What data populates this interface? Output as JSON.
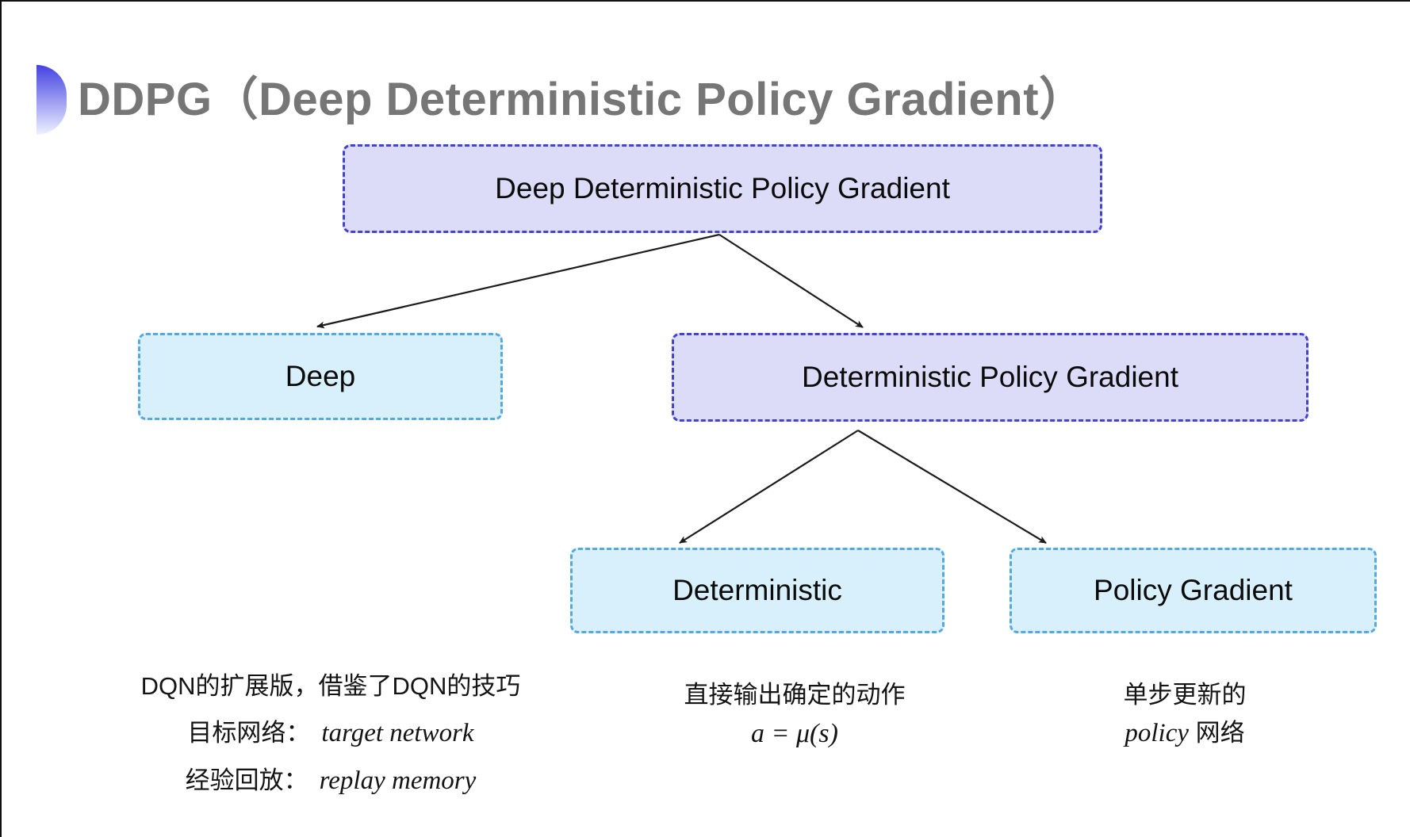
{
  "header": {
    "title": "DDPG（Deep Deterministic Policy Gradient）"
  },
  "colors": {
    "background": "#ffffff",
    "frame_border": "#101010",
    "title_text": "#767676",
    "accent_gradient_top": "#4342e2",
    "accent_gradient_bottom": "#eef2ff",
    "purple_node_fill": "#dcdbf8",
    "purple_node_border": "#4343cd",
    "cyan_node_fill": "#d8effc",
    "cyan_node_border": "#57a9dd",
    "node_text": "#0b0b0b",
    "note_text": "#141414",
    "arrow": "#1c1c1c"
  },
  "diagram": {
    "type": "tree",
    "nodes": [
      {
        "id": "root",
        "label": "Deep Deterministic Policy Gradient",
        "style": "purple"
      },
      {
        "id": "deep",
        "label": "Deep",
        "style": "cyan"
      },
      {
        "id": "dpg",
        "label": "Deterministic Policy Gradient",
        "style": "purple"
      },
      {
        "id": "deterministic",
        "label": "Deterministic",
        "style": "cyan"
      },
      {
        "id": "policy-gradient",
        "label": "Policy Gradient",
        "style": "cyan"
      }
    ],
    "edges": [
      {
        "from": "root",
        "to": "deep"
      },
      {
        "from": "root",
        "to": "dpg"
      },
      {
        "from": "dpg",
        "to": "deterministic"
      },
      {
        "from": "dpg",
        "to": "policy-gradient"
      }
    ]
  },
  "notes": {
    "deep": {
      "line1": "DQN的扩展版，借鉴了DQN的技巧",
      "line2_label": "目标网络：",
      "line2_term": "target network",
      "line3_label": "经验回放：",
      "line3_term": "replay memory"
    },
    "deterministic": {
      "line1": "直接输出确定的动作",
      "formula": "a = μ(s)"
    },
    "policy_gradient": {
      "line1": "单步更新的",
      "line2_term": "policy",
      "line2_rest": " 网络"
    }
  }
}
